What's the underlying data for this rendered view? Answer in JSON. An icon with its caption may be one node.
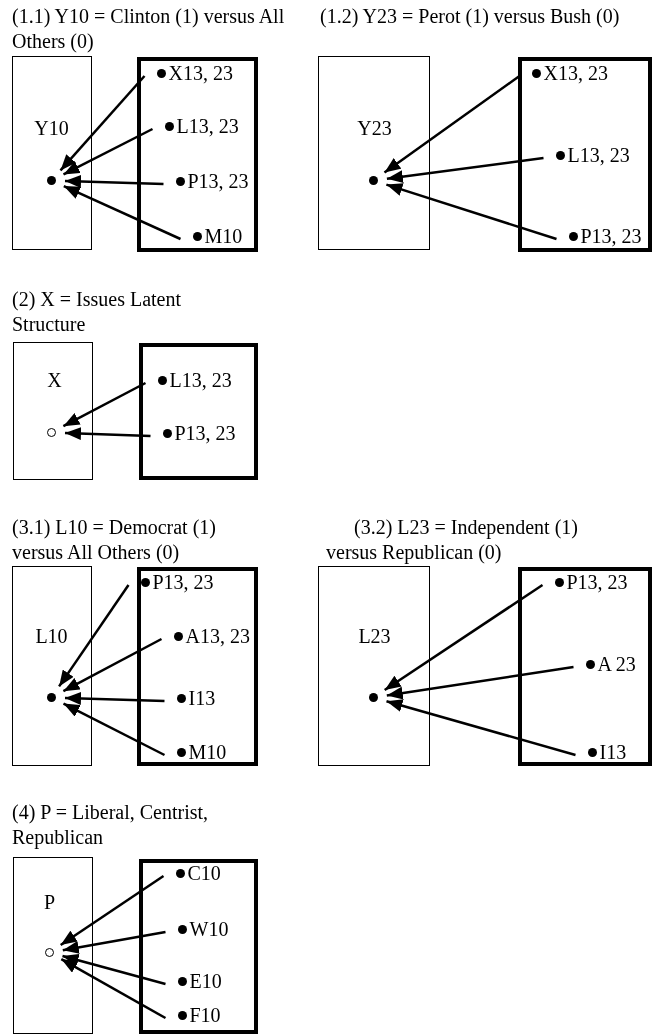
{
  "diagram": {
    "nodes": [
      {
        "text": [
          "Y10"
        ]
      },
      {
        "text": [],
        "shape": "dot",
        "in": 0
      },
      {
        "text": [],
        "shape": "box"
      },
      {
        "text": [
          "X13, 23"
        ],
        "in": 2
      },
      {
        "text": [
          "L13, 23"
        ],
        "in": 2
      },
      {
        "text": [
          "P13, 23"
        ],
        "in": 2
      },
      {
        "text": [
          "M10"
        ],
        "in": 2
      },
      {
        "text": [
          "Y23"
        ]
      },
      {
        "text": [],
        "shape": "dot",
        "in": 7
      },
      {
        "text": [],
        "shape": "box"
      },
      {
        "text": [
          "X13, 23"
        ],
        "in": 9
      },
      {
        "text": [
          "L13, 23"
        ],
        "in": 9
      },
      {
        "text": [
          "P13, 23"
        ],
        "in": 9
      },
      {
        "text": [
          "X"
        ]
      },
      {
        "text": [],
        "shape": "circle",
        "in": 13
      },
      {
        "text": [],
        "shape": "box"
      },
      {
        "text": [
          "L13, 23"
        ],
        "in": 15
      },
      {
        "text": [
          "P13, 23"
        ],
        "in": 15
      },
      {
        "text": [
          "L10"
        ]
      },
      {
        "text": [],
        "shape": "dot",
        "in": 18
      },
      {
        "text": [],
        "shape": "box"
      },
      {
        "text": [
          "P13, 23"
        ],
        "in": 20
      },
      {
        "text": [
          "A13, 23"
        ],
        "in": 20
      },
      {
        "text": [
          "I13"
        ],
        "in": 20
      },
      {
        "text": [
          "M10"
        ],
        "in": 20
      },
      {
        "text": [
          "L23"
        ]
      },
      {
        "text": [],
        "shape": "dot",
        "in": 25
      },
      {
        "text": [],
        "shape": "box"
      },
      {
        "text": [
          "P13, 23"
        ],
        "in": 27
      },
      {
        "text": [
          "A 23"
        ],
        "in": 27
      },
      {
        "text": [
          "I13"
        ],
        "in": 27
      },
      {
        "text": [
          "P"
        ]
      },
      {
        "text": [],
        "shape": "circle",
        "in": 31
      },
      {
        "text": [],
        "shape": "box"
      },
      {
        "text": [
          "C10"
        ],
        "in": 33
      },
      {
        "text": [
          "W10"
        ],
        "in": 33
      },
      {
        "text": [
          "E10"
        ],
        "in": 33
      },
      {
        "text": [
          "F10"
        ],
        "in": 33
      }
    ],
    "edges": [
      {
        "from": 3,
        "to": 1,
        "arrow": "to"
      },
      {
        "from": 4,
        "to": 1,
        "arrow": "to"
      },
      {
        "from": 5,
        "to": 1,
        "arrow": "to"
      },
      {
        "from": 6,
        "to": 1,
        "arrow": "to"
      },
      {
        "from": 10,
        "to": 8,
        "arrow": "to"
      },
      {
        "from": 11,
        "to": 8,
        "arrow": "to"
      },
      {
        "from": 12,
        "to": 8,
        "arrow": "to"
      },
      {
        "from": 16,
        "to": 14,
        "arrow": "to"
      },
      {
        "from": 17,
        "to": 14,
        "arrow": "to"
      },
      {
        "from": 21,
        "to": 19,
        "arrow": "to"
      },
      {
        "from": 22,
        "to": 19,
        "arrow": "to"
      },
      {
        "from": 23,
        "to": 19,
        "arrow": "to"
      },
      {
        "from": 24,
        "to": 19,
        "arrow": "to"
      },
      {
        "from": 28,
        "to": 26,
        "arrow": "to"
      },
      {
        "from": 29,
        "to": 26,
        "arrow": "to"
      },
      {
        "from": 30,
        "to": 26,
        "arrow": "to"
      },
      {
        "from": 34,
        "to": 32,
        "arrow": "to"
      },
      {
        "from": 35,
        "to": 32,
        "arrow": "to"
      },
      {
        "from": 36,
        "to": 32,
        "arrow": "to"
      },
      {
        "from": 37,
        "to": 32,
        "arrow": "to"
      }
    ],
    "labels": [
      "(1.1) Y10 = Clinton (1) versus All Others (0)",
      "(1.2) Y23 = Perot (1) versus Bush (0)",
      "(2) X = Issues Latent Structure",
      "(3.1) L10 = Democrat (1) versus All Others (0)",
      "(3.2) L23 = Independent (1) versus Republican (0)",
      "(4) P = Liberal, Centrist, Republican"
    ]
  }
}
